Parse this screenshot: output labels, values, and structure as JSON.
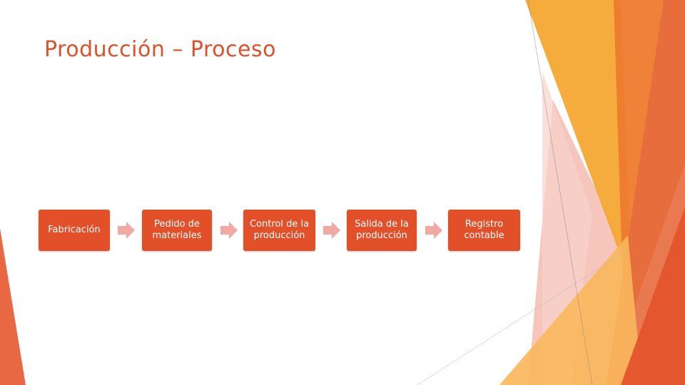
{
  "slide": {
    "title": "Producción – Proceso"
  },
  "process": {
    "steps": [
      {
        "label": "Fabricación"
      },
      {
        "label": "Pedido de materiales"
      },
      {
        "label": "Control de la producción"
      },
      {
        "label": "Salida de la producción"
      },
      {
        "label": "Registro contable"
      }
    ],
    "box_color": "#e2502a",
    "arrow_color": "#f2a9a3"
  },
  "theme": {
    "accent_orange": "#ef7d29",
    "accent_yellow": "#f5a733",
    "accent_red": "#e4542c"
  }
}
